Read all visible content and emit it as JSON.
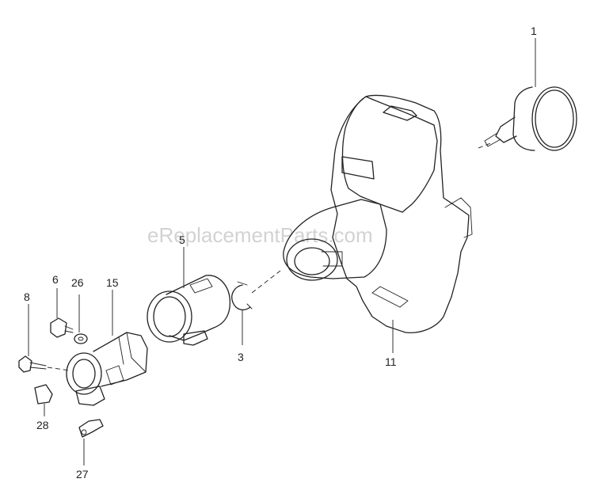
{
  "watermark": "eReplacementParts.com",
  "callouts": {
    "c1": "1",
    "c3": "3",
    "c5": "5",
    "c6": "6",
    "c8": "8",
    "c11": "11",
    "c15": "15",
    "c26": "26",
    "c27": "27",
    "c28": "28"
  }
}
